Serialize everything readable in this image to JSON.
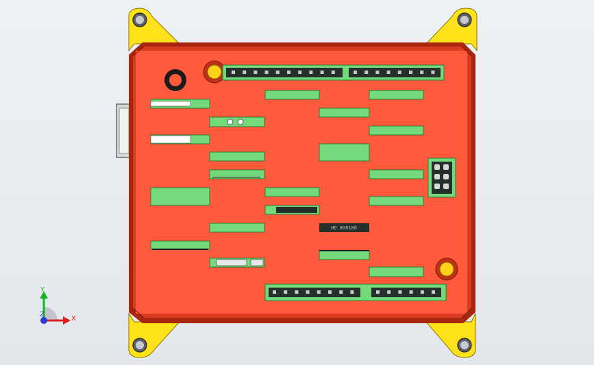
{
  "scene": {
    "colors": {
      "background": "#e8ecf0",
      "board": "#ff5a3c",
      "board_edge": "#d83a20",
      "board_dark": "#a8260f",
      "bracket": "#ffe21a",
      "bracket_edge": "#9a8500",
      "component": "#74d97a",
      "component_edge": "#2e7a33",
      "header_body": "#26302a",
      "standoff": "#ffd21a",
      "connector": "#e6e6e6"
    },
    "chip_label": "HD 000100"
  },
  "axes": {
    "y_label": "Y",
    "x_label": "X",
    "z_label": "Z"
  }
}
